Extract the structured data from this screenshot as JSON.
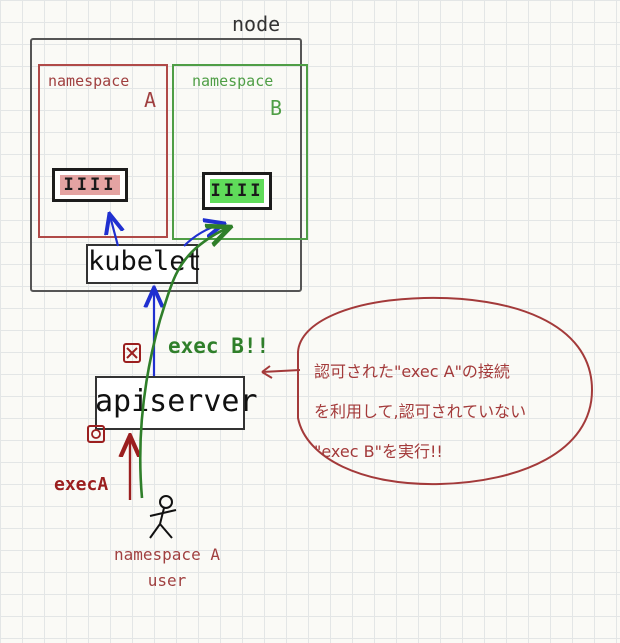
{
  "labels": {
    "node": "node",
    "namespace_a": "namespace",
    "namespace_a_letter": "A",
    "namespace_b": "namespace",
    "namespace_b_letter": "B",
    "pod_a": "IIII",
    "pod_b": "IIII",
    "kubelet": "kubelet",
    "apiserver": "apiserver",
    "exec_b": "exec B!!",
    "exec_a": "execA",
    "user_line1": "namespace A",
    "user_line2": "user"
  },
  "note": {
    "line1": "認可された\"exec A\"の接続",
    "line2": "を利用して,認可されていない",
    "line3": "\"exec B\"を実行!!"
  },
  "colors": {
    "namespace_a": "#b04a48",
    "namespace_b": "#4f9e46",
    "exec_a": "#9b1f1f",
    "exec_b": "#2f7f2a",
    "request_arrow": "#2030d0",
    "note": "#a33a3a"
  },
  "icons": {
    "authorized": "circle-mark-icon",
    "rejected": "cross-box-icon",
    "user": "stick-figure-icon"
  }
}
